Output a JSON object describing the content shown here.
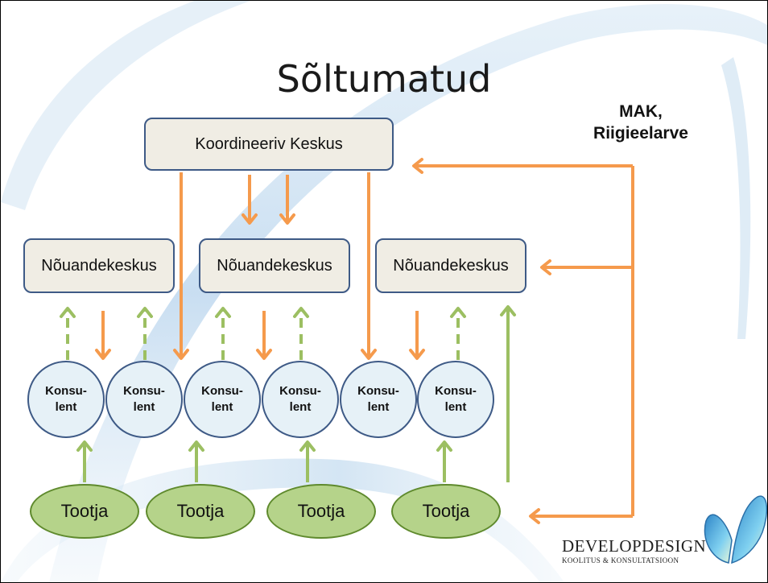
{
  "title": "Sõltumatud",
  "coordinator": {
    "label": "Koordineeriv Keskus"
  },
  "advisory_centers": [
    {
      "label": "Nõuandekeskus"
    },
    {
      "label": "Nõuandekeskus"
    },
    {
      "label": "Nõuandekeskus"
    }
  ],
  "consultants": [
    {
      "line1": "Konsu-",
      "line2": "lent"
    },
    {
      "line1": "Konsu-",
      "line2": "lent"
    },
    {
      "line1": "Konsu-",
      "line2": "lent"
    },
    {
      "line1": "Konsu-",
      "line2": "lent"
    },
    {
      "line1": "Konsu-",
      "line2": "lent"
    },
    {
      "line1": "Konsu-",
      "line2": "lent"
    }
  ],
  "producers": [
    {
      "label": "Tootja"
    },
    {
      "label": "Tootja"
    },
    {
      "label": "Tootja"
    },
    {
      "label": "Tootja"
    }
  ],
  "funding": {
    "line1": "MAK,",
    "line2": "Riigieelarve"
  },
  "logo": {
    "name": "DevelopDesign",
    "main_text": "DEVELOPDESIGN",
    "tagline": "KOOLITUS & KONSULTATSIOON"
  },
  "colors": {
    "box_border": "#3e5a86",
    "box_fill": "#f0ede4",
    "consultant_fill": "#e6f1f7",
    "producer_fill": "#b5d38a",
    "producer_border": "#5f8a2d",
    "orange_arrow": "#f59a4c",
    "green_arrow": "#9cbf62"
  }
}
